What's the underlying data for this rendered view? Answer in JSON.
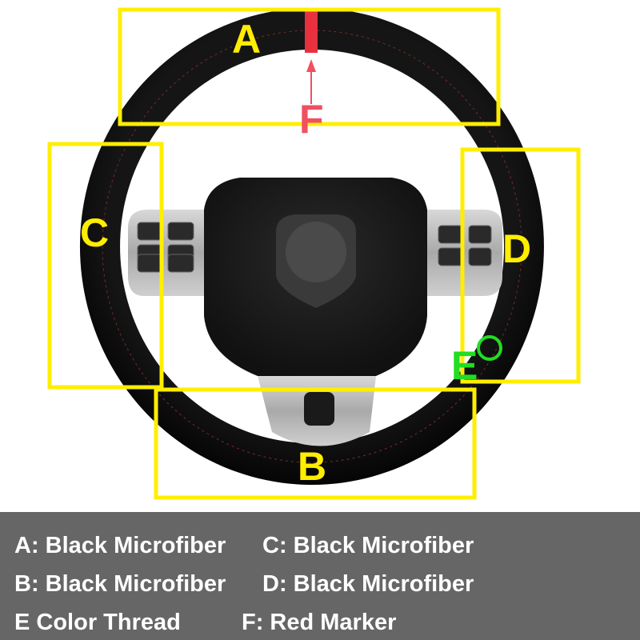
{
  "zones": {
    "a": {
      "letter": "A"
    },
    "b": {
      "letter": "B"
    },
    "c": {
      "letter": "C"
    },
    "d": {
      "letter": "D"
    },
    "e": {
      "letter": "E"
    },
    "f": {
      "letter": "F"
    }
  },
  "legend": {
    "a": "A: Black Microfiber",
    "b": "B: Black Microfiber",
    "c": "C: Black Microfiber",
    "d": "D: Black Microfiber",
    "e": "E  Color Thread",
    "f": "F: Red Marker"
  },
  "colors": {
    "box": "#ffee00",
    "marker": "#e8303e",
    "thread_marker": "#22dd22",
    "legend_bg": "#666666",
    "legend_text": "#ffffff"
  }
}
